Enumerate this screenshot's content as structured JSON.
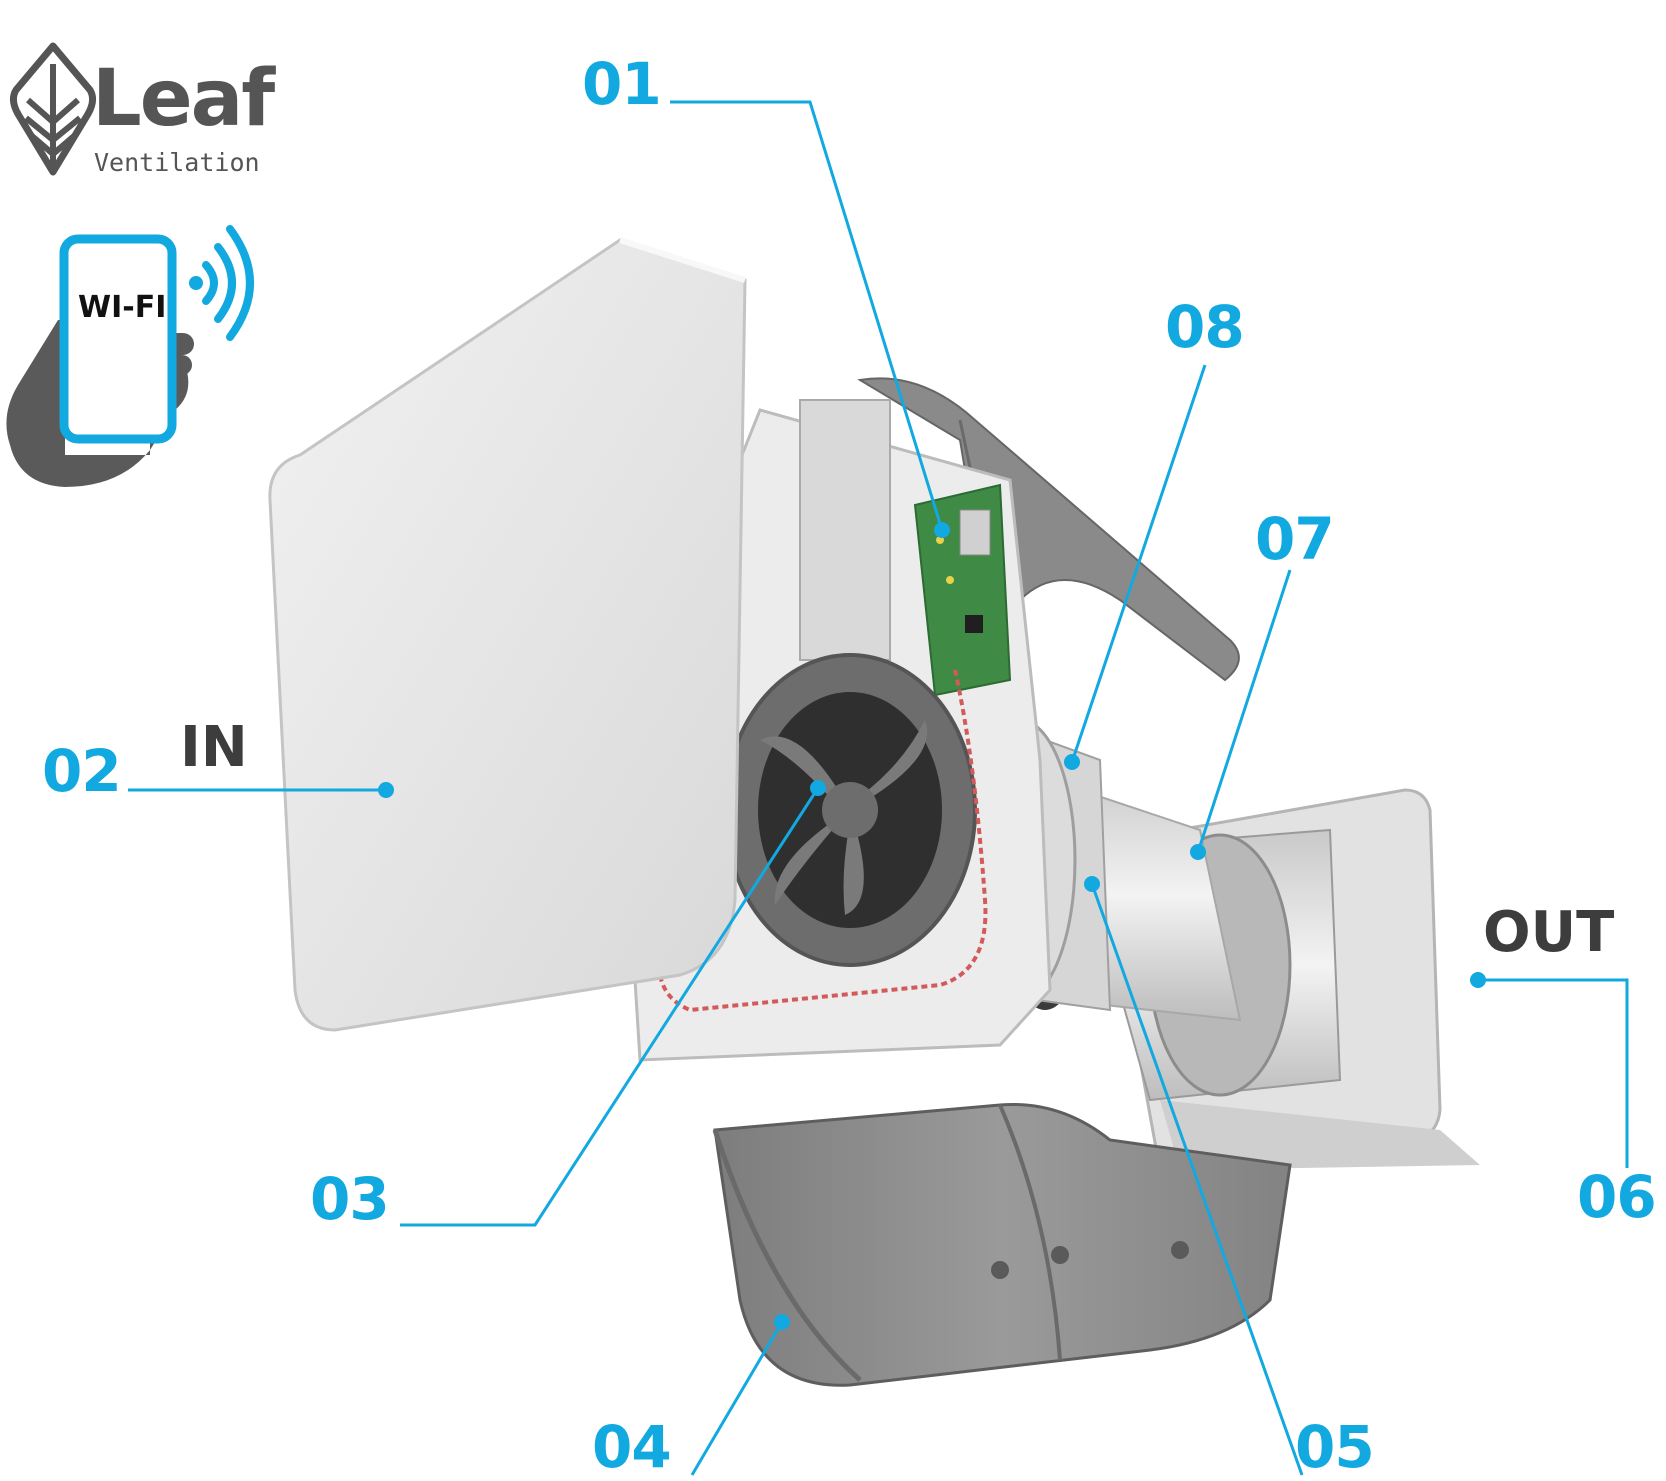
{
  "logo": {
    "brand": "Leaf",
    "tagline": "Ventilation"
  },
  "phone": {
    "screen_text": "WI-FI",
    "icon": "smartphone-wifi-icon"
  },
  "directions": {
    "inlet": "IN",
    "outlet": "OUT"
  },
  "callouts": [
    {
      "id": "01",
      "label": "01"
    },
    {
      "id": "02",
      "label": "02"
    },
    {
      "id": "03",
      "label": "03"
    },
    {
      "id": "04",
      "label": "04"
    },
    {
      "id": "05",
      "label": "05"
    },
    {
      "id": "06",
      "label": "06"
    },
    {
      "id": "07",
      "label": "07"
    },
    {
      "id": "08",
      "label": "08"
    }
  ],
  "colors": {
    "accent": "#12A8E0",
    "logo_gray": "#555555",
    "text_dark": "#3d3d3d",
    "panel_light": "#e6e6e6",
    "part_gray": "#8e8e8e",
    "pcb_green": "#3f8a45"
  }
}
